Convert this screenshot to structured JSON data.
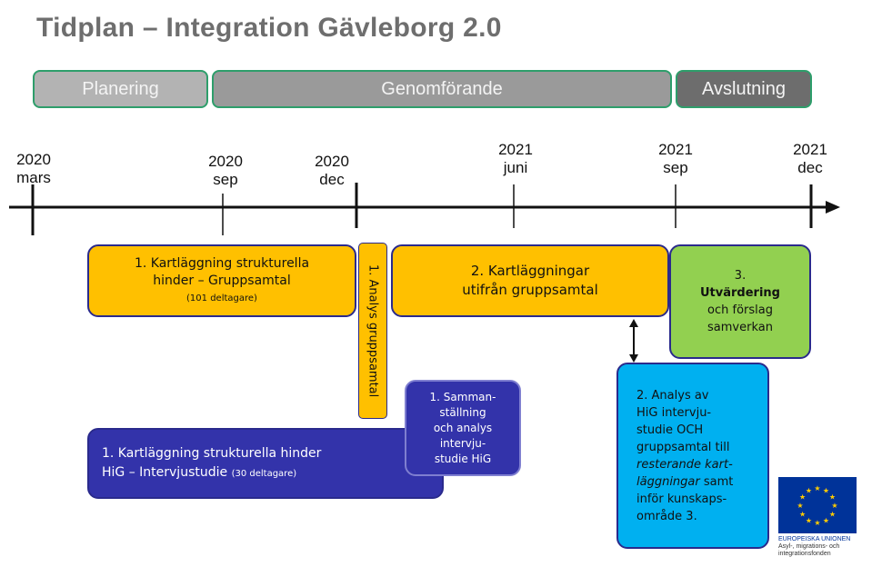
{
  "title": "Tidplan – Integration Gävleborg 2.0",
  "phases": [
    {
      "label": "Planering",
      "color": "#b3b3b3"
    },
    {
      "label": "Genomförande",
      "color": "#9a9a9a"
    },
    {
      "label": "Avslutning",
      "color": "#6d6d6d"
    }
  ],
  "timeline": [
    {
      "year": "2020",
      "period": "mars"
    },
    {
      "year": "2020",
      "period": "sep"
    },
    {
      "year": "2020",
      "period": "dec"
    },
    {
      "year": "2021",
      "period": "juni"
    },
    {
      "year": "2021",
      "period": "sep"
    },
    {
      "year": "2021",
      "period": "dec"
    }
  ],
  "activities": {
    "a1": {
      "line1": "1. Kartläggning strukturella",
      "line2": "hinder – Gruppsamtal",
      "note": "(101 deltagare)"
    },
    "a2": {
      "text": "1. Analys gruppsamtal"
    },
    "a3": {
      "line1": "2. Kartläggningar",
      "line2": "utifrån gruppsamtal"
    },
    "a4": {
      "num": "3.",
      "bold": "Utvärdering",
      "line2": "och förslag",
      "line3": "samverkan"
    },
    "a5": {
      "line1": "1. Kartläggning strukturella hinder",
      "line2": "HiG – Intervjustudie",
      "note": "(30 deltagare)"
    },
    "a6": {
      "line1": "1. Samman-",
      "line2": "ställning",
      "line3": "och analys",
      "line4": "intervju-",
      "line5": "studie HiG"
    },
    "a7": {
      "line1": "2. Analys av",
      "line2": "HiG intervju-",
      "line3": "studie OCH",
      "line4": "gruppsamtal till",
      "line5a": "resterande kart-",
      "line6a": "läggningar",
      "line6b": " samt",
      "line7": "inför kunskaps-",
      "line8": "område 3."
    }
  },
  "eu_logo": {
    "line1": "EUROPEISKA UNIONEN",
    "line2": "Asyl-, migrations- och",
    "line3": "integrationsfonden",
    "flag_color": "#003399",
    "star_color": "#ffcc00"
  }
}
